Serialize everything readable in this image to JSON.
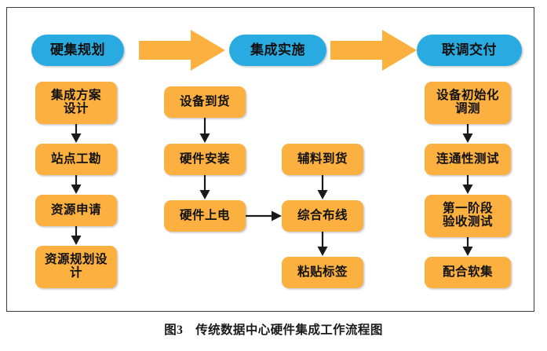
{
  "figure": {
    "caption": "图3　传统数据中心硬件集成工作流程图",
    "frame": {
      "border_color": "#3a3a3a",
      "background": "#ffffff"
    }
  },
  "colors": {
    "stage_blue": "#29abe2",
    "task_orange": "#fbb040",
    "arrow_orange": "#fbb040",
    "connector_black": "#1a1a1a",
    "text": "#111111"
  },
  "stages": [
    {
      "id": "stage-planning",
      "label": "硬集规划"
    },
    {
      "id": "stage-implementation",
      "label": "集成实施"
    },
    {
      "id": "stage-delivery",
      "label": "联调交付"
    }
  ],
  "stage_arrows": [
    {
      "id": "stage-arrow-1",
      "from": "硬集规划",
      "to": "集成实施"
    },
    {
      "id": "stage-arrow-2",
      "from": "集成实施",
      "to": "联调交付"
    }
  ],
  "columns": [
    {
      "id": "column-planning",
      "under_stage": "硬集规划",
      "tasks": [
        {
          "id": "task-integration-plan-design",
          "label": "集成方案\n设计"
        },
        {
          "id": "task-site-survey",
          "label": "站点工勘"
        },
        {
          "id": "task-resource-request",
          "label": "资源申请"
        },
        {
          "id": "task-resource-plan-design",
          "label": "资源规划设\n计"
        }
      ]
    },
    {
      "id": "column-implementation-left",
      "under_stage": "集成实施",
      "tasks": [
        {
          "id": "task-equipment-arrival",
          "label": "设备到货"
        },
        {
          "id": "task-hardware-install",
          "label": "硬件安装"
        },
        {
          "id": "task-hardware-poweron",
          "label": "硬件上电"
        }
      ]
    },
    {
      "id": "column-implementation-right",
      "under_stage": "集成实施",
      "tasks": [
        {
          "id": "task-aux-material-arrival",
          "label": "辅料到货"
        },
        {
          "id": "task-integrated-cabling",
          "label": "综合布线"
        },
        {
          "id": "task-attach-labels",
          "label": "粘贴标签"
        }
      ]
    },
    {
      "id": "column-delivery",
      "under_stage": "联调交付",
      "tasks": [
        {
          "id": "task-device-init-commission",
          "label": "设备初始化\n调测"
        },
        {
          "id": "task-connectivity-test",
          "label": "连通性测试"
        },
        {
          "id": "task-phase1-acceptance-test",
          "label": "第一阶段\n验收测试"
        },
        {
          "id": "task-support-software-integ",
          "label": "配合软集"
        }
      ]
    }
  ],
  "connectors": [
    {
      "id": "connector-plan-to-survey",
      "from": "集成方案设计",
      "to": "站点工勘",
      "direction": "down"
    },
    {
      "id": "connector-survey-to-request",
      "from": "站点工勘",
      "to": "资源申请",
      "direction": "down"
    },
    {
      "id": "connector-request-to-resplan",
      "from": "资源申请",
      "to": "资源规划设计",
      "direction": "down"
    },
    {
      "id": "connector-arrival-to-install",
      "from": "设备到货",
      "to": "硬件安装",
      "direction": "down"
    },
    {
      "id": "connector-install-to-poweron",
      "from": "硬件安装",
      "to": "硬件上电",
      "direction": "down"
    },
    {
      "id": "connector-poweron-to-cabling",
      "from": "硬件上电",
      "to": "综合布线",
      "direction": "right"
    },
    {
      "id": "connector-aux-to-cabling",
      "from": "辅料到货",
      "to": "综合布线",
      "direction": "down"
    },
    {
      "id": "connector-cabling-to-labels",
      "from": "综合布线",
      "to": "粘贴标签",
      "direction": "down"
    },
    {
      "id": "connector-init-to-conntest",
      "from": "设备初始化调测",
      "to": "连通性测试",
      "direction": "down"
    },
    {
      "id": "connector-conntest-to-accept",
      "from": "连通性测试",
      "to": "第一阶段验收测试",
      "direction": "down"
    },
    {
      "id": "connector-accept-to-softinteg",
      "from": "第一阶段验收测试",
      "to": "配合软集",
      "direction": "down"
    }
  ]
}
